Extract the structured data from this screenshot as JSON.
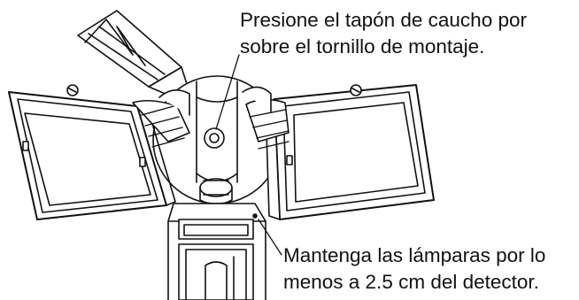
{
  "captions": {
    "top": {
      "line1": "Presione el tapón de caucho por",
      "line2": "sobre el tornillo de montaje."
    },
    "bottom": {
      "line1": "Mantenga las lámparas por lo",
      "line2": "menos a 2.5 cm del detector."
    }
  },
  "colors": {
    "ink": "#111111",
    "background": "#ffffff"
  }
}
